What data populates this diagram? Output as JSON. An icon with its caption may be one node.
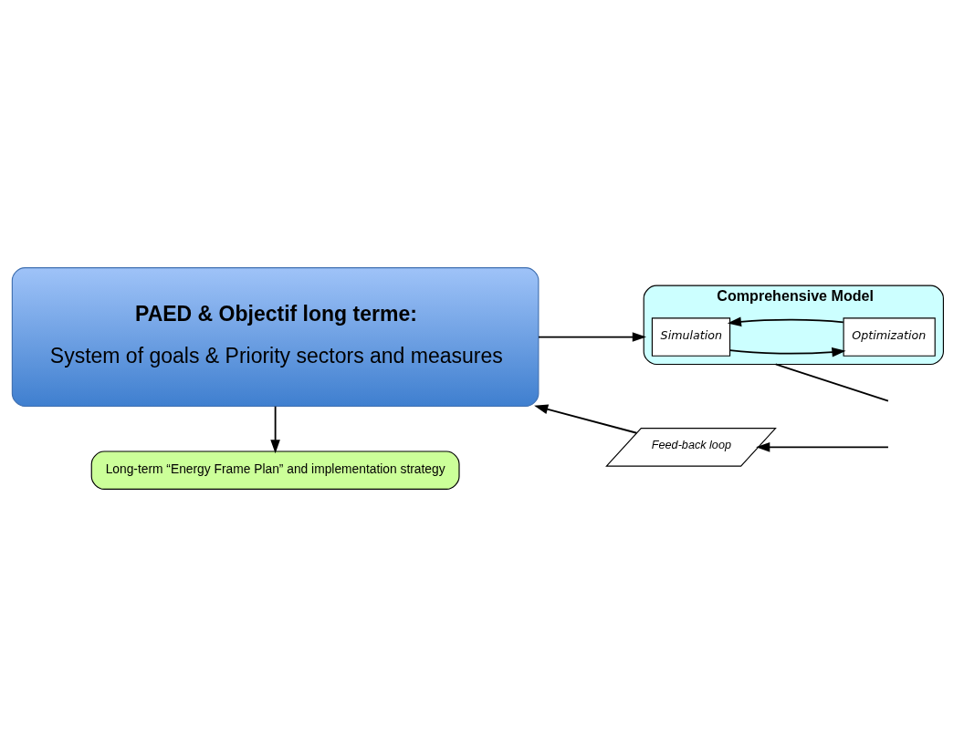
{
  "diagram": {
    "nodes": [
      {
        "text": [
          "PAED & Objectif long terme:",
          "System of goals & Priority sectors and measures"
        ]
      },
      {
        "text": [
          "Comprehensive Model"
        ]
      },
      {
        "text": [
          "Simulation"
        ],
        "in": 1
      },
      {
        "text": [
          "Optimization"
        ],
        "in": 1
      },
      {
        "text": [
          "Feed-back loop"
        ]
      },
      {
        "text": [
          "Long-term “Energy Frame Plan” and implementation strategy"
        ]
      }
    ],
    "edges": [
      {
        "from": 0,
        "to": 1,
        "arrow": "to"
      },
      {
        "from": 2,
        "to": 3,
        "arrow": "to"
      },
      {
        "from": 3,
        "to": 2,
        "arrow": "to"
      },
      {
        "from": 1,
        "to": null,
        "arrow": "none"
      },
      {
        "from": null,
        "to": 4,
        "arrow": "to"
      },
      {
        "from": 4,
        "to": 0,
        "arrow": "to"
      },
      {
        "from": 0,
        "to": 5,
        "arrow": "to"
      }
    ]
  }
}
